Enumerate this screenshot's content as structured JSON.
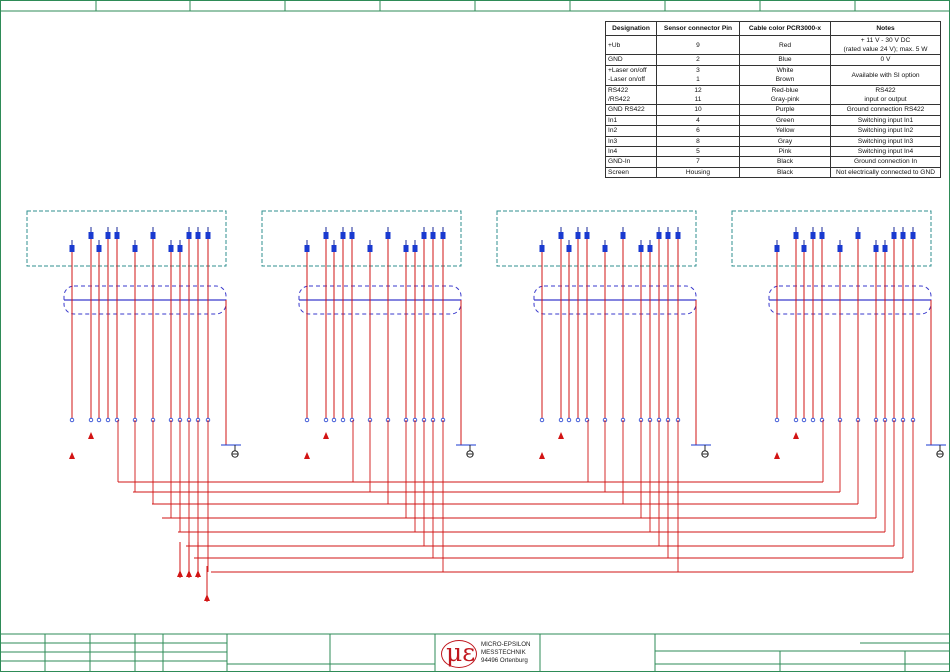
{
  "pin_table": {
    "headers": [
      "Designation",
      "Sensor connector Pin",
      "Cable color PCR3000-x",
      "Notes"
    ],
    "rows": [
      [
        "+Ub",
        "9",
        "Red",
        "+ 11 V - 30 V DC",
        "(rated value 24 V); max. 5 W"
      ],
      [
        "GND",
        "2",
        "Blue",
        "0 V",
        ""
      ],
      [
        "+Laser on/off",
        "3",
        "White",
        "Available with SI option",
        ""
      ],
      [
        "-Laser on/off",
        "1",
        "Brown",
        "",
        ""
      ],
      [
        "RS422",
        "12",
        "Red-blue",
        "RS422",
        "input or output"
      ],
      [
        "/RS422",
        "11",
        "Gray-pink",
        "",
        ""
      ],
      [
        "GND RS422",
        "10",
        "Purple",
        "Ground connection RS422",
        ""
      ],
      [
        "In1",
        "4",
        "Green",
        "Switching input In1",
        ""
      ],
      [
        "In2",
        "6",
        "Yellow",
        "Switching input In2",
        ""
      ],
      [
        "In3",
        "8",
        "Gray",
        "Switching input In3",
        ""
      ],
      [
        "In4",
        "5",
        "Pink",
        "Switching input In4",
        ""
      ],
      [
        "GND-In",
        "7",
        "Black",
        "Ground connection In",
        ""
      ],
      [
        "Screen",
        "Housing",
        "Black",
        "Not electrically connected to GND",
        ""
      ]
    ]
  },
  "title_block": {
    "logo_mark": "με",
    "company_line1": "MICRO-EPSILON",
    "company_line2": "MESSTECHNIK",
    "company_line3": "94496 Ortenburg"
  },
  "colors": {
    "frame": "#2e8b57",
    "wire": "#d21414",
    "connector": "#1a2a9a",
    "pin": "#1a3ad0",
    "sensor_box": "#2f8f8f",
    "cable_jacket": "#3a3acc",
    "logo": "#c0171e"
  },
  "icons": {
    "ground": "ground-symbol-icon",
    "arrow": "arrow-up-icon",
    "pin": "connector-pin-icon"
  }
}
